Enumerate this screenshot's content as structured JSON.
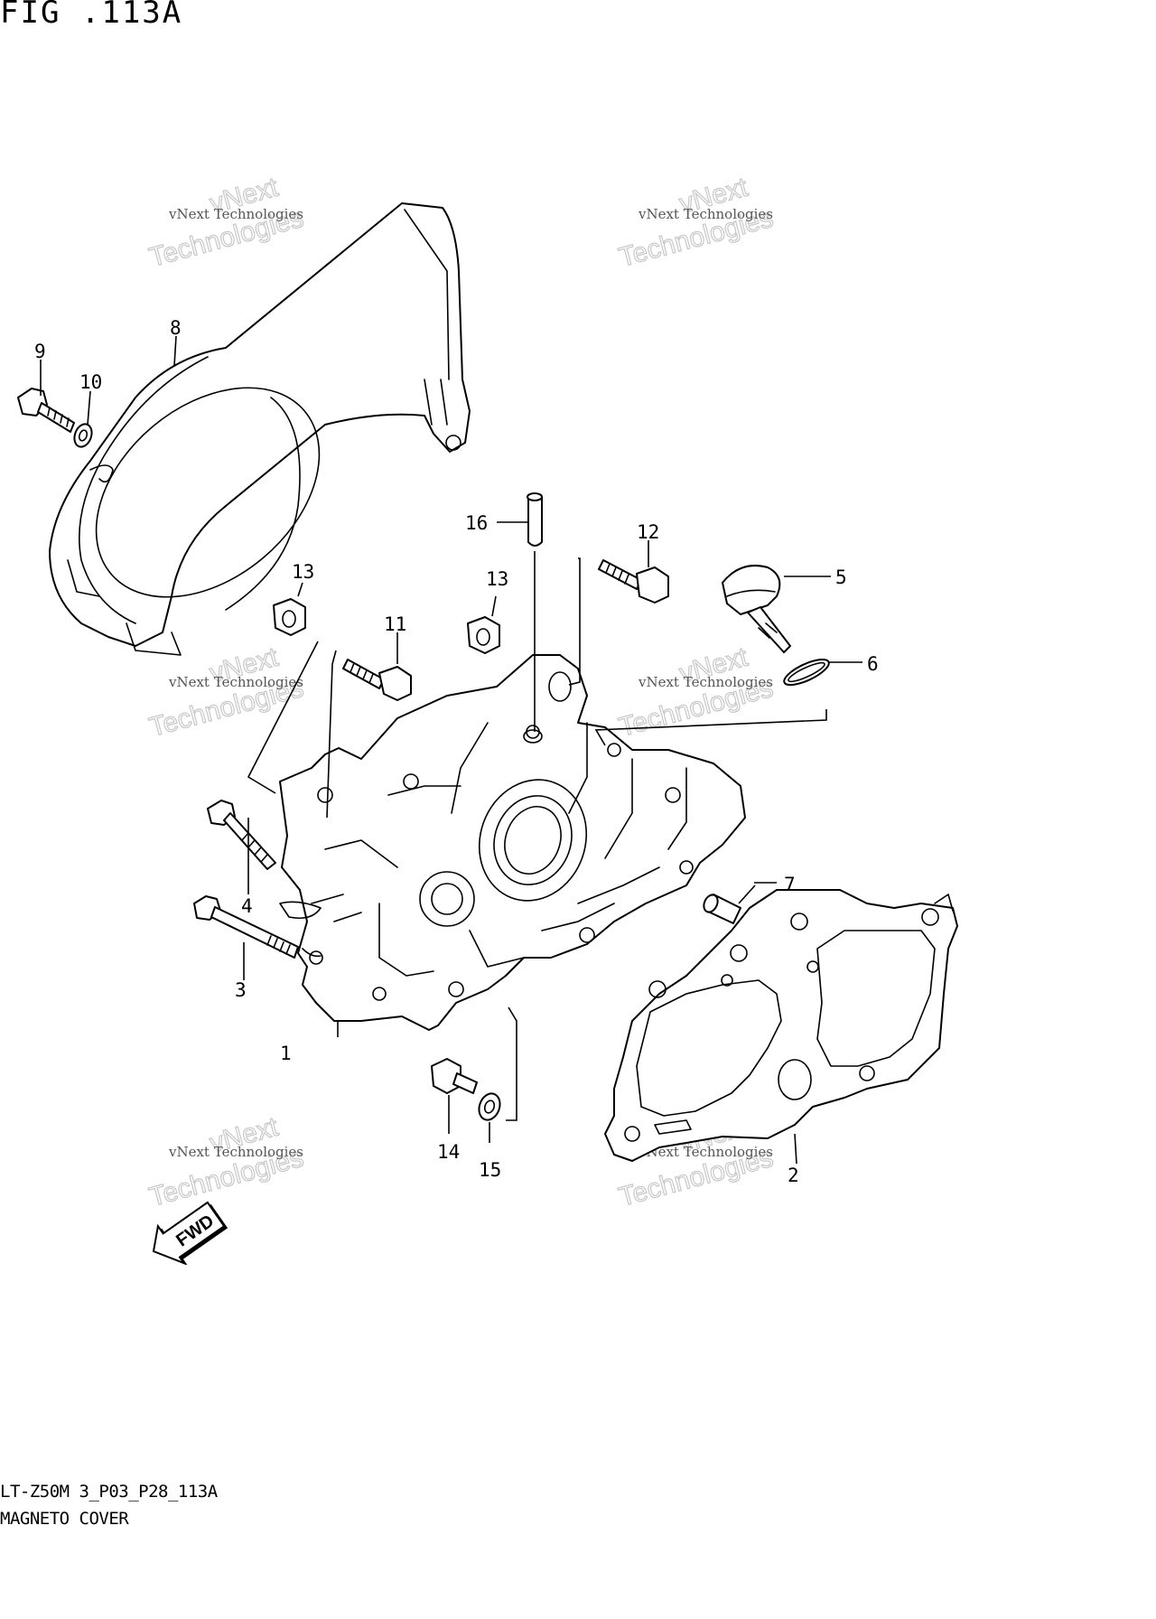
{
  "header": {
    "figure_id": "FIG .113A"
  },
  "footer": {
    "drawing_code": "LT-Z50M 3_P03_P28_113A",
    "section_name": "MAGNETO COVER"
  },
  "watermark": {
    "line1": "vNext",
    "line2": "Technologies",
    "caption": "vNext Technologies"
  },
  "direction_arrow": {
    "label": "FWD"
  },
  "callouts": {
    "c1": "1",
    "c2": "2",
    "c3": "3",
    "c4": "4",
    "c5": "5",
    "c6": "6",
    "c7": "7",
    "c8": "8",
    "c9": "9",
    "c10": "10",
    "c11": "11",
    "c12": "12",
    "c13a": "13",
    "c13b": "13",
    "c14": "14",
    "c15": "15",
    "c16": "16"
  }
}
